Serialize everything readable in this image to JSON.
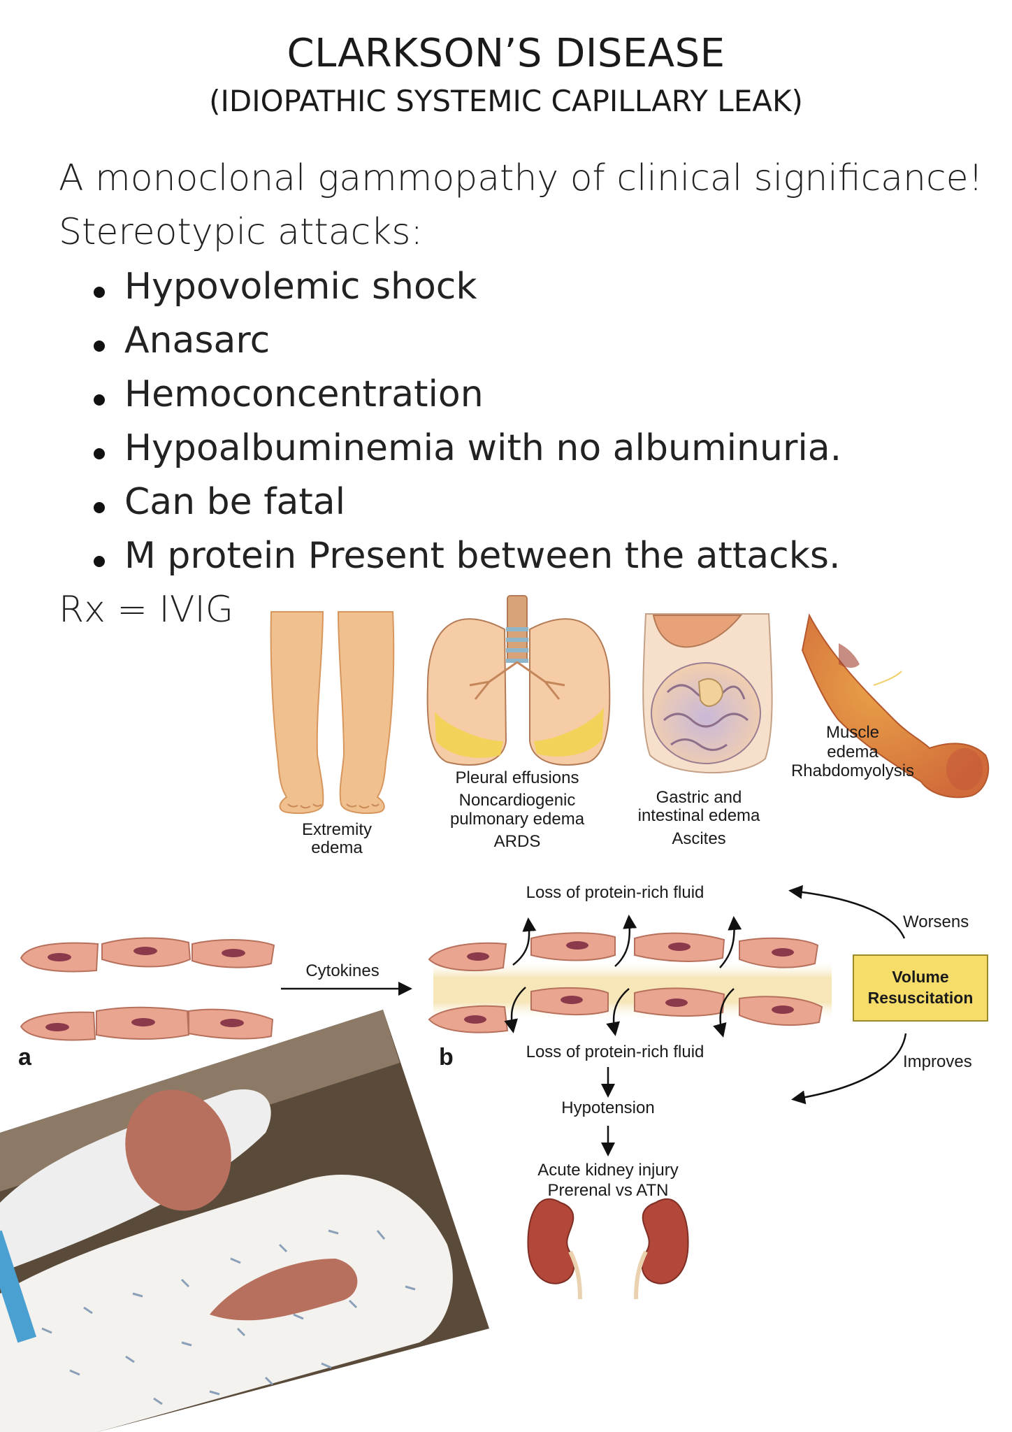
{
  "heading": {
    "title": "CLARKSON’S DISEASE",
    "subtitle": "(IDIOPATHIC SYSTEMIC CAPILLARY LEAK)"
  },
  "intro": {
    "line1": "A monoclonal gammopathy of clinical significance!",
    "line2": "Stereotypic attacks:"
  },
  "bullets": [
    "Hypovolemic shock",
    "Anasarc",
    "Hemoconcentration",
    "Hypoalbuminemia with no albuminuria.",
    "Can be fatal",
    "M protein Present between the attacks."
  ],
  "treatment": "Rx = IVIG",
  "organ_panel": {
    "extremity": [
      "Extremity",
      "edema"
    ],
    "lung": [
      "Pleural effusions",
      "Noncardiogenic",
      "pulmonary edema",
      "ARDS"
    ],
    "gut": [
      "Gastric and",
      "intestinal edema",
      "Ascites"
    ],
    "muscle": [
      "Muscle",
      "edema",
      "Rhabdomyolysis"
    ]
  },
  "mechanism": {
    "panel_a": "a",
    "panel_b": "b",
    "cytokines": "Cytokines",
    "loss_top": "Loss of protein-rich fluid",
    "loss_bottom": "Loss of protein-rich fluid",
    "hypotension": "Hypotension",
    "aki": [
      "Acute kidney injury",
      "Prerenal vs ATN"
    ],
    "volume_box": "Volume\nResuscitation",
    "worsens": "Worsens",
    "improves": "Improves"
  },
  "colors": {
    "cell": "#e9a58f",
    "nucleus": "#8a3a4a",
    "leak_zone": "#f6e6b8",
    "skin": "#f0c08e",
    "kidney": "#b3483a",
    "box": "#f6dd6a"
  },
  "icons": [
    "legs-illustration",
    "lungs-illustration",
    "abdomen-illustration",
    "arm-illustration",
    "kidneys-illustration",
    "patient-photo"
  ]
}
